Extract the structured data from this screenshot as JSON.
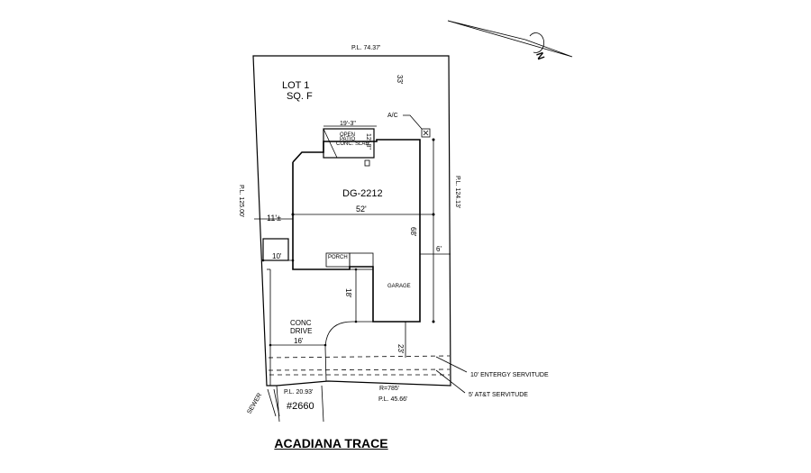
{
  "north": {
    "letter": "N"
  },
  "lot": {
    "line1": "LOT 1",
    "line2": "SQ. F"
  },
  "property_lines": {
    "top": "P.L. 74.37'",
    "left": "P.L. 125.00'",
    "right": "P.L. 124.13'",
    "bottom_left": "P.L. 20.93'",
    "bottom_right": "P.L. 45.66'",
    "radius": "R=785'"
  },
  "setbacks": {
    "rear": "33'",
    "side_left": "11'±",
    "side_right": "6'",
    "front": "23'"
  },
  "house": {
    "plan_name": "DG-2212",
    "width_dim": "52'",
    "depth_dim": "68'",
    "patio_dim": "19'-3\"",
    "patio_line1": "OPEN",
    "patio_line2": "PATIO",
    "patio_line3": "CONC. SLAB",
    "patio_depth": "12'-8\"",
    "porch": "PORCH",
    "garage": "GARAGE",
    "ac": "A/C",
    "garage_depth": "18'",
    "left_offset": "10'"
  },
  "drive": {
    "line1": "CONC",
    "line2": "DRIVE",
    "width": "16'"
  },
  "servitudes": {
    "entergy": "10' ENTERGY SERVITUDE",
    "att": "5' AT&T SERVITUDE"
  },
  "lot_number": "#2660",
  "sewer": "SEWER",
  "street_name": "ACADIANA TRACE"
}
